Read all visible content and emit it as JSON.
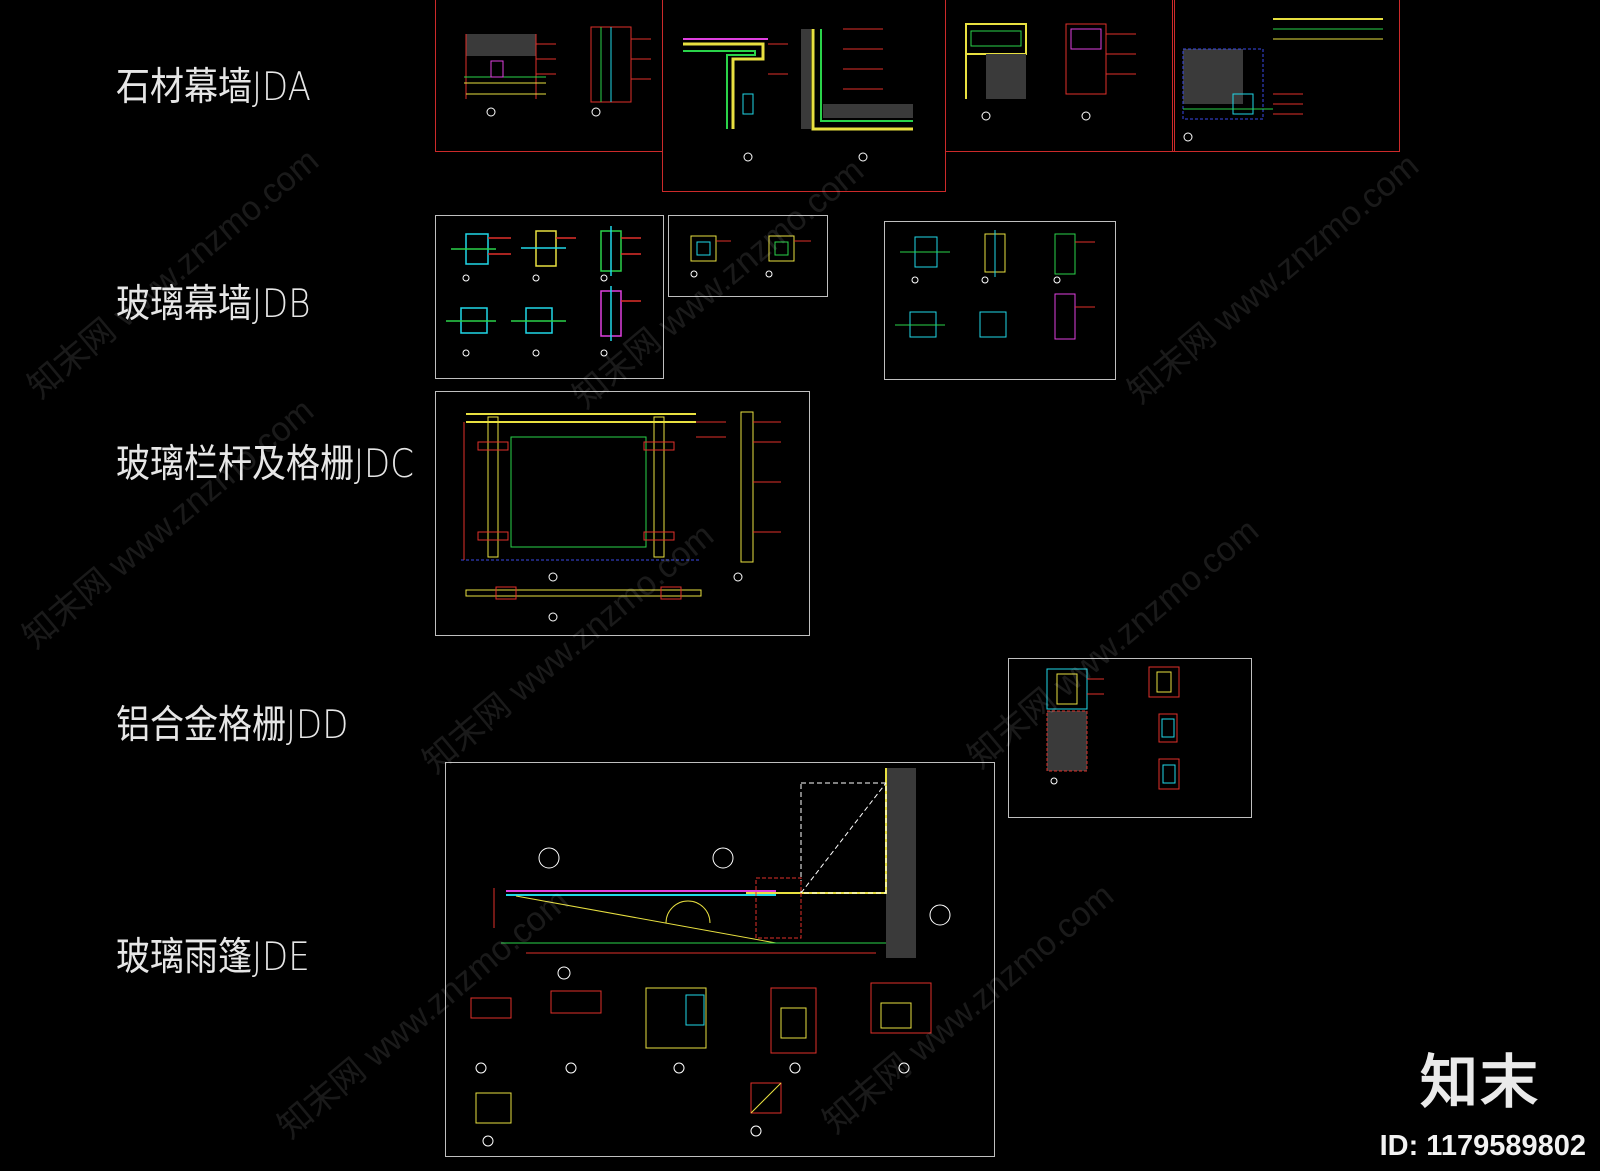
{
  "sections": [
    {
      "label": "石材幕墙JDA"
    },
    {
      "label": "玻璃幕墙JDB"
    },
    {
      "label": "玻璃栏杆及格栅JDC"
    },
    {
      "label": "铝合金格栅JDD"
    },
    {
      "label": "玻璃雨篷JDE"
    }
  ],
  "watermark": {
    "brand": "知末",
    "id_text": "ID: 1179589802",
    "repeat_text": "知末网 www.znzmo.com"
  },
  "colors": {
    "background": "#000000",
    "sheet_border_red": "#cc2a2a",
    "sheet_border_gray": "#bfbfbf",
    "line_red": "#e0302a",
    "line_yellow": "#e8e040",
    "line_green": "#2ad34a",
    "line_cyan": "#20d8e8",
    "line_magenta": "#e040e0",
    "line_blue": "#3a4ae8"
  }
}
